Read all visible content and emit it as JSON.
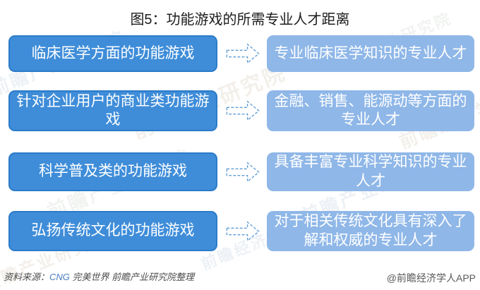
{
  "title": "图5：功能游戏的所需专业人才距离",
  "rows": [
    {
      "left": "临床医学方面的功能游戏",
      "right": "专业临床医学知识的专业人才"
    },
    {
      "left": "针对企业用户的商业类功能游戏",
      "right": "金融、销售、能源动等方面的专业人才"
    },
    {
      "left": "科学普及类的功能游戏",
      "right": "具备丰富专业科学知识的专业人才"
    },
    {
      "left": "弘扬传统文化的功能游戏",
      "right": "对于相关传统文化具有深入了解和权威的专业人才"
    }
  ],
  "footer": {
    "source_prefix": "资料来源：",
    "source_org": "CNG",
    "source_suffix": " 完美世界 前瞻产业研究院整理",
    "brand": "@前瞻经济学人APP"
  },
  "watermark": {
    "text": "前瞻产业研究院",
    "text2": "前瞻经济学人"
  },
  "colors": {
    "left_box_fill": "#3f8dd9",
    "left_box_border": "#2b7bc9",
    "right_box_fill": "#8fb7e8",
    "arrow_stroke": "#5b9bd5",
    "box_text": "#ffffff",
    "title_text": "#1d1d1d",
    "source_text": "#4d4d4d",
    "source_org_text": "#4a7dbe",
    "brand_text": "#595959"
  }
}
